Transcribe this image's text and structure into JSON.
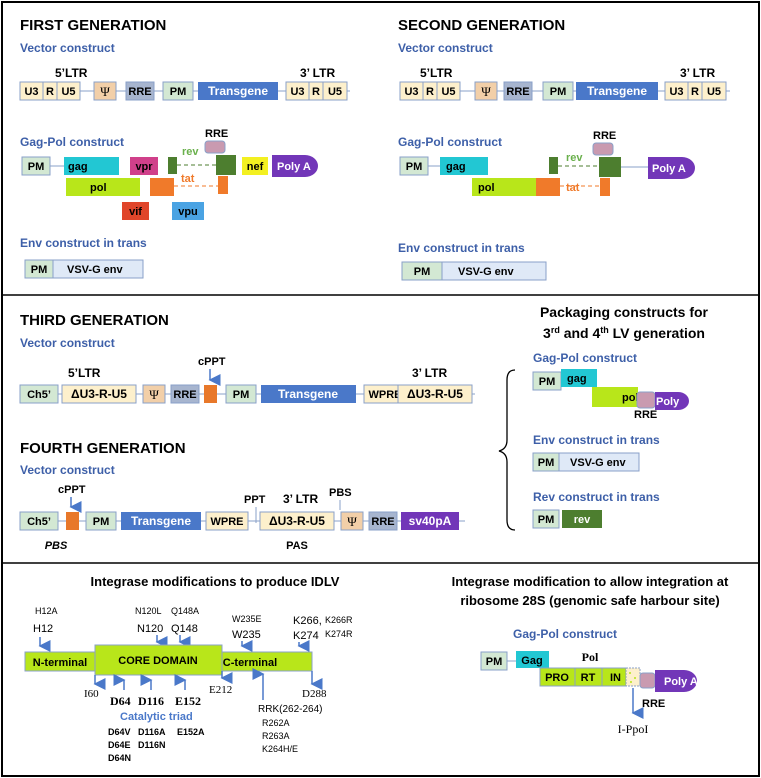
{
  "gen1": {
    "title": "FIRST GENERATION",
    "vector_label": "Vector construct",
    "ltr5": "5’LTR",
    "ltr3": "3’ LTR",
    "u3": "U3",
    "r": "R",
    "u5": "U5",
    "psi": "Ψ",
    "rre": "RRE",
    "pm": "PM",
    "transgene": "Transgene",
    "gagpol_label": "Gag-Pol construct",
    "gag": "gag",
    "pol": "pol",
    "vpr": "vpr",
    "vif": "vif",
    "vpu": "vpu",
    "nef": "nef",
    "rev": "rev",
    "tat": "tat",
    "polya": "Poly A",
    "env_label": "Env construct in trans",
    "vsvg": "VSV-G env"
  },
  "gen2": {
    "title": "SECOND GENERATION",
    "vector_label": "Vector construct",
    "ltr5": "5’LTR",
    "ltr3": "3’ LTR",
    "gagpol_label": "Gag-Pol construct",
    "env_label": "Env construct in trans"
  },
  "gen3": {
    "title": "THIRD GENERATION",
    "vector_label": "Vector construct",
    "cppt": "cPPT",
    "ltr5": "5’LTR",
    "ltr3": "3’ LTR",
    "ch5": "Ch5’",
    "du3": "ΔU3-R-U5",
    "wpre": "WPRE"
  },
  "gen4": {
    "title": "FOURTH GENERATION",
    "vector_label": "Vector construct",
    "cppt": "cPPT",
    "pbs_italic": "PBS",
    "ppt": "PPT",
    "ltr3": "3’ LTR",
    "pbs": "PBS",
    "pas": "PAS",
    "sv40": "sv40pA"
  },
  "packaging": {
    "title_line1": "Packaging constructs for",
    "title_line2_a": "3",
    "title_line2_sup1": "rd",
    "title_line2_b": " and 4",
    "title_line2_sup2": "th",
    "title_line2_c": " LV generation",
    "gagpol_label": "Gag-Pol construct",
    "poly": "Poly",
    "env_label": "Env construct in trans",
    "rev_label": "Rev construct in trans"
  },
  "integrase": {
    "title": "Integrase modifications to produce IDLV",
    "h12a": "H12A",
    "h12": "H12",
    "n120l": "N120L",
    "n120": "N120",
    "q148a": "Q148A",
    "q148": "Q148",
    "w235e": "W235E",
    "w235": "W235",
    "k266": "K266,",
    "k266r": "K266R",
    "k274": "K274",
    "k274r": "K274R",
    "nterm": "N-terminal",
    "core": "CORE DOMAIN",
    "cterm": "C-terminal",
    "i60": "I60",
    "d64": "D64",
    "d116": "D116",
    "e152": "E152",
    "e212": "E212",
    "d288": "D288",
    "triad": "Catalytic triad",
    "rrk": "RRK(262-264)",
    "d64v": "D64V",
    "d64e": "D64E",
    "d64n": "D64N",
    "d116a": "D116A",
    "d116n": "D116N",
    "e152a": "E152A",
    "r262a": "R262A",
    "r263a": "R263A",
    "k264he": "K264H/E"
  },
  "ribosome": {
    "title_line1": "Integrase modification to allow integration at",
    "title_line2": "ribosome 28S (genomic safe harbour site)",
    "gagpol_label": "Gag-Pol construct",
    "pm": "PM",
    "gag": "Gag",
    "pol": "Pol",
    "pro": "PRO",
    "rt": "RT",
    "in": "IN",
    "polya": "Poly A",
    "rre": "RRE",
    "ippoi": "I-PpoI"
  },
  "colors": {
    "title": "#000000",
    "section": "#3d5fa8",
    "ltr": "#fdf0cc",
    "pm": "#d3e8d3",
    "rre": "#a7b5cf",
    "transgene": "#4a78c9",
    "psi": "#f2cfa8",
    "gag": "#22c7d3",
    "lime": "#b8e61a",
    "vpr": "#d0408a",
    "vif": "#e0452a",
    "vpu": "#4aa3e3",
    "nef": "#f3f021",
    "tat": "#f07a2a",
    "rev": "#4d7e2f",
    "polya": "#7236b8",
    "rrebump": "#c99ab0",
    "cppt": "#e8782a",
    "env": "#dfe9f7"
  }
}
